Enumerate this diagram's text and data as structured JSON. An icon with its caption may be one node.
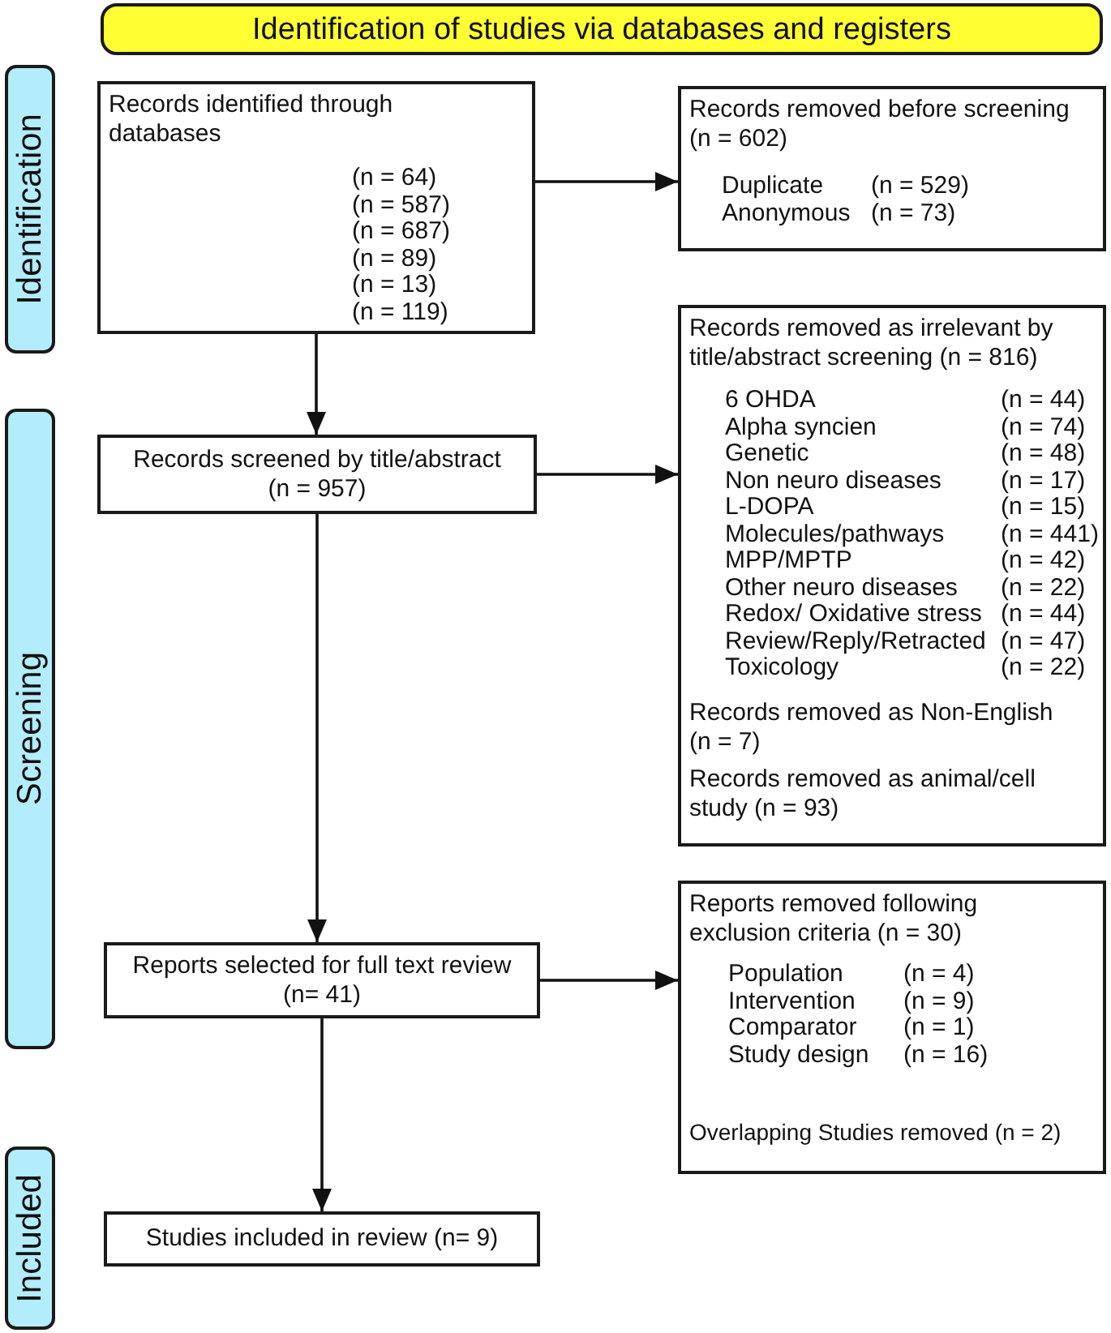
{
  "diagram": {
    "nodes": [
      {
        "text": [
          "Identification of studies via databases and registers"
        ]
      },
      {
        "text": [
          "Identification"
        ]
      },
      {
        "text": [
          "Records identified through databases",
          "(n = 64)",
          "(n = 587)",
          "(n = 687)",
          "(n = 89)",
          "(n = 13)",
          "(n = 119)"
        ]
      },
      {
        "text": [
          "Records removed before screening (n = 602)",
          "Duplicate",
          "(n = 529)",
          "Anonymous",
          "(n = 73)"
        ]
      },
      {
        "text": [
          "Records removed as irrelevant by title/abstract screening (n = 816)",
          "6 OHDA",
          "(n = 44)",
          "Alpha syncien",
          "(n = 74)",
          "Genetic",
          "(n = 48)",
          "Non neuro diseases",
          "(n = 17)",
          "L-DOPA",
          "(n = 15)",
          "Molecules/pathways",
          "(n = 441)",
          "MPP/MPTP",
          "(n = 42)",
          "Other neuro diseases",
          "(n = 22)",
          "Redox/ Oxidative stress",
          "(n = 44)",
          "Review/Reply/Retracted",
          "(n = 47)",
          "Toxicology",
          "(n = 22)",
          "Records removed as Non-English (n = 7)",
          "Records removed as animal/cell study (n = 93)"
        ]
      },
      {
        "text": [
          "Screening"
        ]
      },
      {
        "text": [
          "Records screened by title/abstract (n = 957)"
        ]
      },
      {
        "text": [
          "Reports selected for full text review (n= 41)"
        ]
      },
      {
        "text": [
          "Reports removed following exclusion criteria (n = 30)",
          "Population",
          "(n = 4)",
          "Intervention",
          "(n = 9)",
          "Comparator",
          "(n = 1)",
          "Study design",
          "(n = 16)",
          "Overlapping Studies removed (n = 2)"
        ]
      },
      {
        "text": [
          "Included"
        ]
      },
      {
        "text": [
          "Studies included in review (n= 9)"
        ]
      }
    ],
    "edges": [
      {
        "from": 2,
        "to": 3,
        "arrow": "to"
      },
      {
        "from": 2,
        "to": 6,
        "arrow": "to"
      },
      {
        "from": 6,
        "to": 4,
        "arrow": "to"
      },
      {
        "from": 6,
        "to": 7,
        "arrow": "to"
      },
      {
        "from": 7,
        "to": 8,
        "arrow": "to"
      },
      {
        "from": 7,
        "to": 10,
        "arrow": "to"
      }
    ]
  }
}
